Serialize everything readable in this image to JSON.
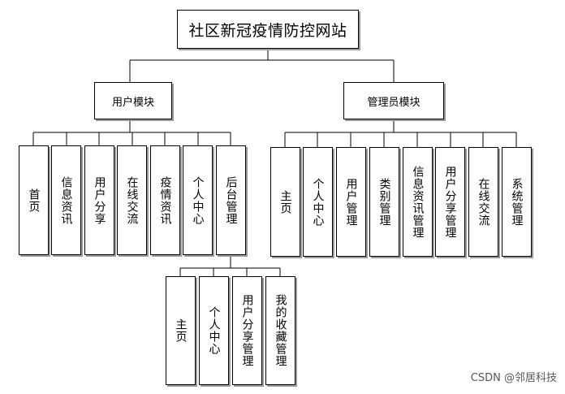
{
  "root": {
    "label": "社区新冠疫情防控网站"
  },
  "user_module": {
    "label": "用户模块",
    "items": [
      {
        "label": "首页"
      },
      {
        "label": "信息资讯"
      },
      {
        "label": "用户分享"
      },
      {
        "label": "在线交流"
      },
      {
        "label": "疫情资讯"
      },
      {
        "label": "个人中心"
      },
      {
        "label": "后台管理"
      }
    ],
    "backend_items": [
      {
        "label": "主页"
      },
      {
        "label": "个人中心"
      },
      {
        "label": "用户分享管理"
      },
      {
        "label": "我的收藏管理"
      }
    ]
  },
  "admin_module": {
    "label": "管理员模块",
    "items": [
      {
        "label": "主页"
      },
      {
        "label": "个人中心"
      },
      {
        "label": "用户管理"
      },
      {
        "label": "类别管理"
      },
      {
        "label": "信息资讯管理"
      },
      {
        "label": "用户分享管理"
      },
      {
        "label": "在线交流"
      },
      {
        "label": "系统管理"
      }
    ]
  },
  "watermark": "CSDN @邻居科技"
}
